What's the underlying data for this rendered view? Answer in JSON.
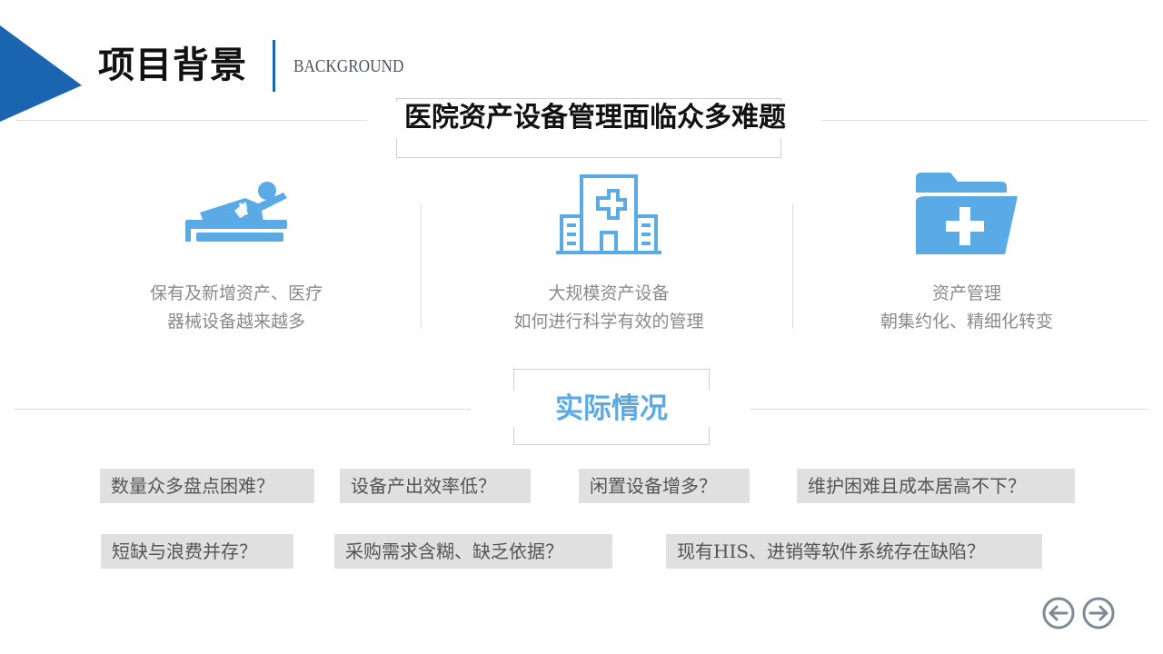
{
  "header": {
    "title": "项目背景",
    "subtitle_en": "BACKGROUND",
    "accent_color": "#1a64b0"
  },
  "problem": {
    "headline": "医院资产设备管理面临众多难题",
    "items": [
      {
        "icon": "patient-bed-icon",
        "line1": "保有及新增资产、医疗",
        "line2": "器械设备越来越多"
      },
      {
        "icon": "hospital-building-icon",
        "line1": "大规模资产设备",
        "line2": "如何进行科学有效的管理"
      },
      {
        "icon": "medical-folder-icon",
        "line1": "资产管理",
        "line2": "朝集约化、精细化转变"
      }
    ],
    "icon_color": "#5aaae6"
  },
  "reality": {
    "title": "实际情况",
    "tags_row1": [
      "数量众多盘点困难？",
      "设备产出效率低？",
      "闲置设备增多？",
      "维护困难且成本居高不下？"
    ],
    "tags_row2": [
      "短缺与浪费并存？",
      "采购需求含糊、缺乏依据？",
      "现有HIS、进销等软件系统存在缺陷？"
    ]
  },
  "nav": {
    "prev_icon": "arrow-left-circle-icon",
    "next_icon": "arrow-right-circle-icon"
  }
}
